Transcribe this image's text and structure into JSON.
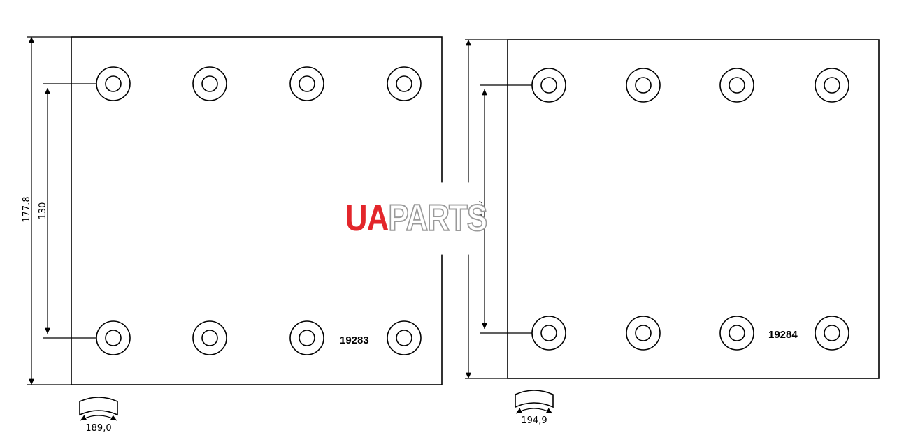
{
  "pads": [
    {
      "part_number": "19283",
      "height_dim": "177.8",
      "hole_spacing_dim": "130",
      "arc_width_dim": "189,0"
    },
    {
      "part_number": "19284",
      "height_dim": "",
      "hole_spacing_dim": "130",
      "arc_width_dim": "194,9"
    }
  ],
  "watermark": {
    "part1": "UA",
    "part2": "PARTS"
  }
}
